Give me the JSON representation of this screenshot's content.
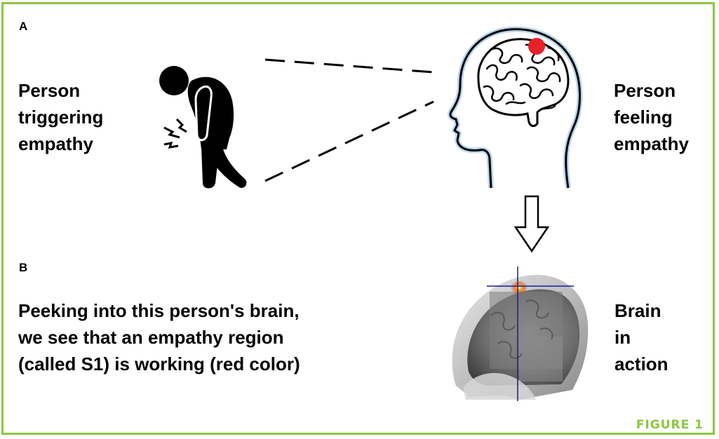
{
  "panels": {
    "a": {
      "label": "A",
      "left_caption": [
        "Person",
        "triggering",
        "empathy"
      ],
      "right_caption": [
        "Person",
        "feeling",
        "empathy"
      ]
    },
    "b": {
      "label": "B",
      "description": [
        "Peeking into this person's brain,",
        "we see that an empathy region",
        "(called S1) is working (red color)"
      ],
      "right_caption": [
        "Brain",
        "in",
        "action"
      ]
    }
  },
  "figure_label": "FIGURE 1",
  "colors": {
    "frame": "#8cc63f",
    "figure_label": "#8cc63f",
    "brain_spot": "#e8202a",
    "crosshair": "#1a1a9c",
    "head_outline_glow": "#bcd6ec"
  },
  "icons": [
    "person-in-pain-icon",
    "pain-spark-icon",
    "head-brain-icon",
    "down-arrow-icon",
    "brain-scan-image"
  ]
}
